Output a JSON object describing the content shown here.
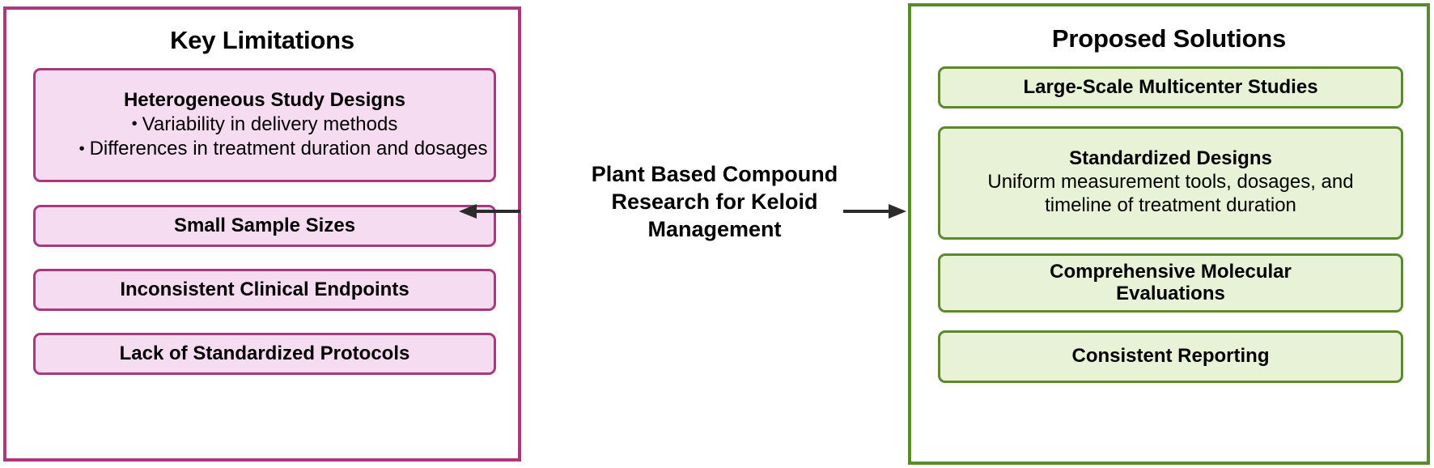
{
  "diagram": {
    "type": "two-sided-flow",
    "center": {
      "label": "Plant Based Compound Research for Keloid Management",
      "line1": "Plant Based Compound",
      "line2": "Research for Keloid",
      "line3": "Management"
    },
    "arrows": [
      {
        "name": "arrow-left",
        "direction": "left",
        "target": "Key Limitations"
      },
      {
        "name": "arrow-right",
        "direction": "right",
        "target": "Proposed Solutions"
      }
    ],
    "left_panel": {
      "title": "Key Limitations",
      "border_color": "#a8397c",
      "card_fill": "#f6dcf0",
      "cards": [
        {
          "heading": "Heterogeneous Study Designs",
          "bullets": [
            "Variability in delivery methods",
            "Differences in treatment duration and dosages"
          ]
        },
        {
          "heading": "Small Sample Sizes",
          "bullets": []
        },
        {
          "heading": "Inconsistent Clinical Endpoints",
          "bullets": []
        },
        {
          "heading": "Lack of Standardized Protocols",
          "bullets": []
        }
      ]
    },
    "right_panel": {
      "title": "Proposed Solutions",
      "border_color": "#5a8a2c",
      "card_fill": "#e8f2d7",
      "cards": [
        {
          "heading": "Large-Scale Multicenter Studies",
          "body": ""
        },
        {
          "heading": "Standardized Designs",
          "body": "Uniform measurement tools, dosages, and timeline of treatment duration"
        },
        {
          "heading": "Comprehensive Molecular Evaluations",
          "body": ""
        },
        {
          "heading": "Consistent Reporting",
          "body": ""
        }
      ]
    }
  }
}
